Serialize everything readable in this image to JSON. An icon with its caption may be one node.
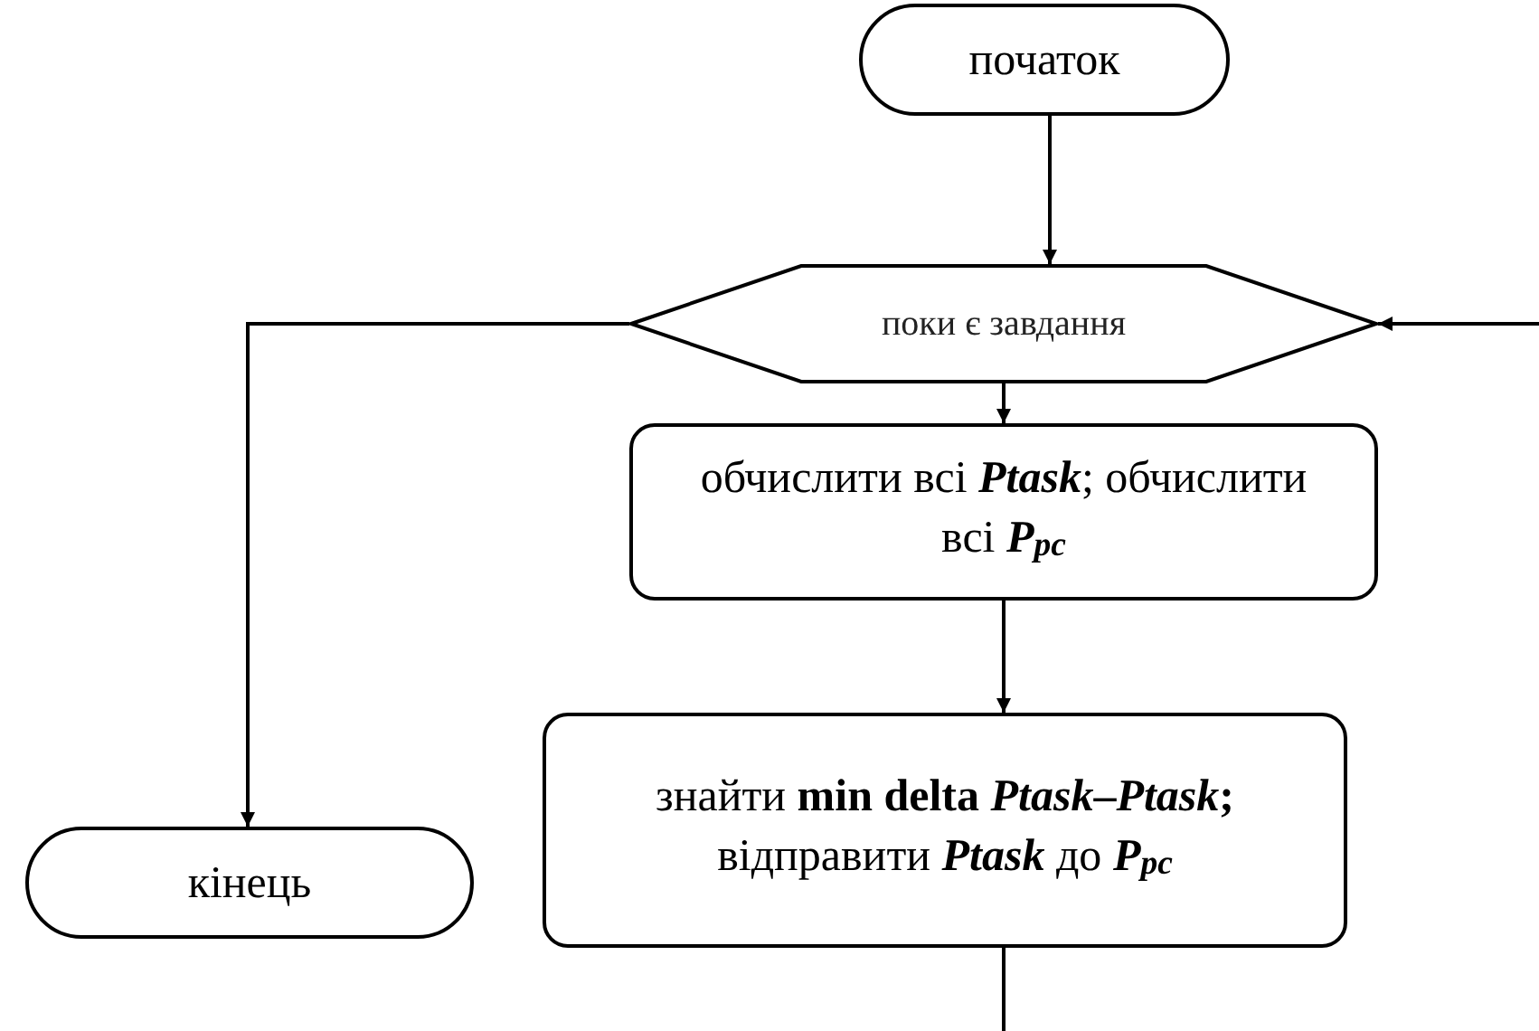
{
  "diagram": {
    "nodes": [
      {
        "text": [
          "початок"
        ]
      },
      {
        "text": [
          "поки є завдання"
        ]
      },
      {
        "text": [
          "обчислити всі *Ptask*; обчислити всі *P$_{pc}$*"
        ]
      },
      {
        "text": [
          "знайти **min delta *Ptask*–*Ptask*;** відправити *Ptask* до *P$_{pc}$*"
        ]
      },
      {
        "text": [
          "кінець"
        ]
      }
    ],
    "edges": [
      {
        "from": 0,
        "to": 1,
        "arrow": "to"
      },
      {
        "from": 1,
        "to": 2,
        "arrow": "to"
      },
      {
        "from": 2,
        "to": 3,
        "arrow": "to"
      },
      {
        "from": 1,
        "to": 4,
        "arrow": "to"
      },
      {
        "from": 3,
        "to": null,
        "arrow": "none"
      },
      {
        "from": null,
        "to": 1,
        "arrow": "to"
      }
    ]
  }
}
